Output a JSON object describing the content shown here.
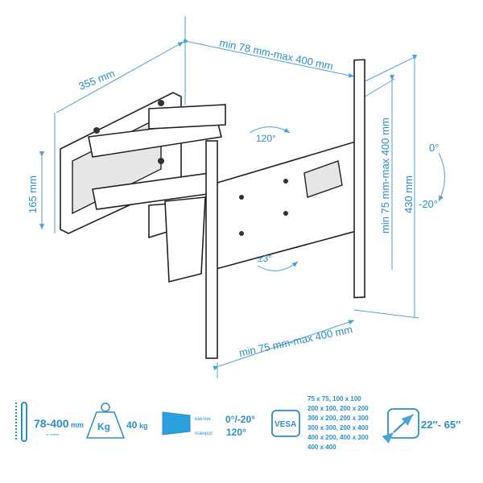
{
  "diagram": {
    "dimensions": {
      "depth_range": "min 78 mm-max 400 mm",
      "arm_length": "355 mm",
      "wall_plate_height": "165 mm",
      "swivel": "120°",
      "level_adjust": "±3°",
      "vesa_horizontal": "min 75 mm-max 400 mm",
      "vesa_vertical": "min 75 mm-max 400 mm",
      "tv_plate_height": "430 mm",
      "tilt_top": "0°",
      "tilt_bottom": "-20°"
    }
  },
  "specs": {
    "distance": {
      "value": "78-400",
      "unit": "mm",
      "caption": "от стены"
    },
    "weight": {
      "icon_label": "Kg",
      "value": "40",
      "unit": "kg"
    },
    "motion": {
      "tilt_label": "наклон",
      "tilt_value": "0°/-20°",
      "swivel_label": "поворот",
      "swivel_value": "120°"
    },
    "vesa": {
      "icon_label": "VESA",
      "sizes": [
        "75 x 75, 100 x 100",
        "200 x 100, 200 x 200",
        "300 x 200, 200 x 300",
        "300 x 300, 200 x 400",
        "400 x 200, 400 x 300",
        "400 x 400"
      ]
    },
    "screen": {
      "value": "22″- 65″"
    }
  },
  "colors": {
    "accent": "#2b8fc9"
  }
}
